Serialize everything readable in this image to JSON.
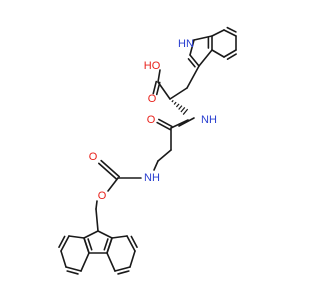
{
  "colors": {
    "bond": "#1a1a1a",
    "carbon": "#1a1a1a",
    "oxygen": "#e8221c",
    "nitrogen": "#2a3fd0",
    "background": "#ffffff"
  },
  "labels": {
    "indole_nh": "HN",
    "acid_oh": "HO",
    "acid_o": "O",
    "amide_nh": "NH",
    "amide_o": "O",
    "carbamate_nh": "NH",
    "carbamate_o_ester": "O",
    "carbamate_o_carbonyl": "O"
  }
}
